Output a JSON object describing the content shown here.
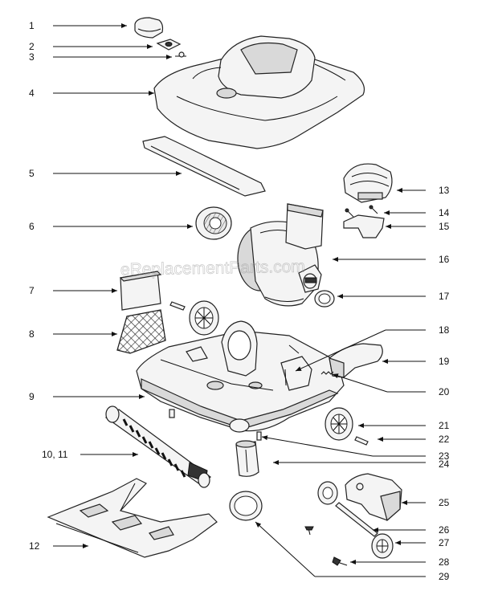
{
  "watermark": "eReplacementParts.com",
  "callouts": [
    {
      "id": "1",
      "label": "1"
    },
    {
      "id": "2",
      "label": "2"
    },
    {
      "id": "3",
      "label": "3"
    },
    {
      "id": "4",
      "label": "4"
    },
    {
      "id": "5",
      "label": "5"
    },
    {
      "id": "6",
      "label": "6"
    },
    {
      "id": "7",
      "label": "7"
    },
    {
      "id": "8",
      "label": "8"
    },
    {
      "id": "9",
      "label": "9"
    },
    {
      "id": "10-11",
      "label": "10, 11"
    },
    {
      "id": "12",
      "label": "12"
    },
    {
      "id": "13",
      "label": "13"
    },
    {
      "id": "14",
      "label": "14"
    },
    {
      "id": "15",
      "label": "15"
    },
    {
      "id": "16",
      "label": "16"
    },
    {
      "id": "17",
      "label": "17"
    },
    {
      "id": "18",
      "label": "18"
    },
    {
      "id": "19",
      "label": "19"
    },
    {
      "id": "20",
      "label": "20"
    },
    {
      "id": "21",
      "label": "21"
    },
    {
      "id": "22",
      "label": "22"
    },
    {
      "id": "23",
      "label": "23"
    },
    {
      "id": "24",
      "label": "24"
    },
    {
      "id": "25",
      "label": "25"
    },
    {
      "id": "26",
      "label": "26"
    },
    {
      "id": "27",
      "label": "27"
    },
    {
      "id": "28",
      "label": "28"
    },
    {
      "id": "29",
      "label": "29"
    }
  ]
}
